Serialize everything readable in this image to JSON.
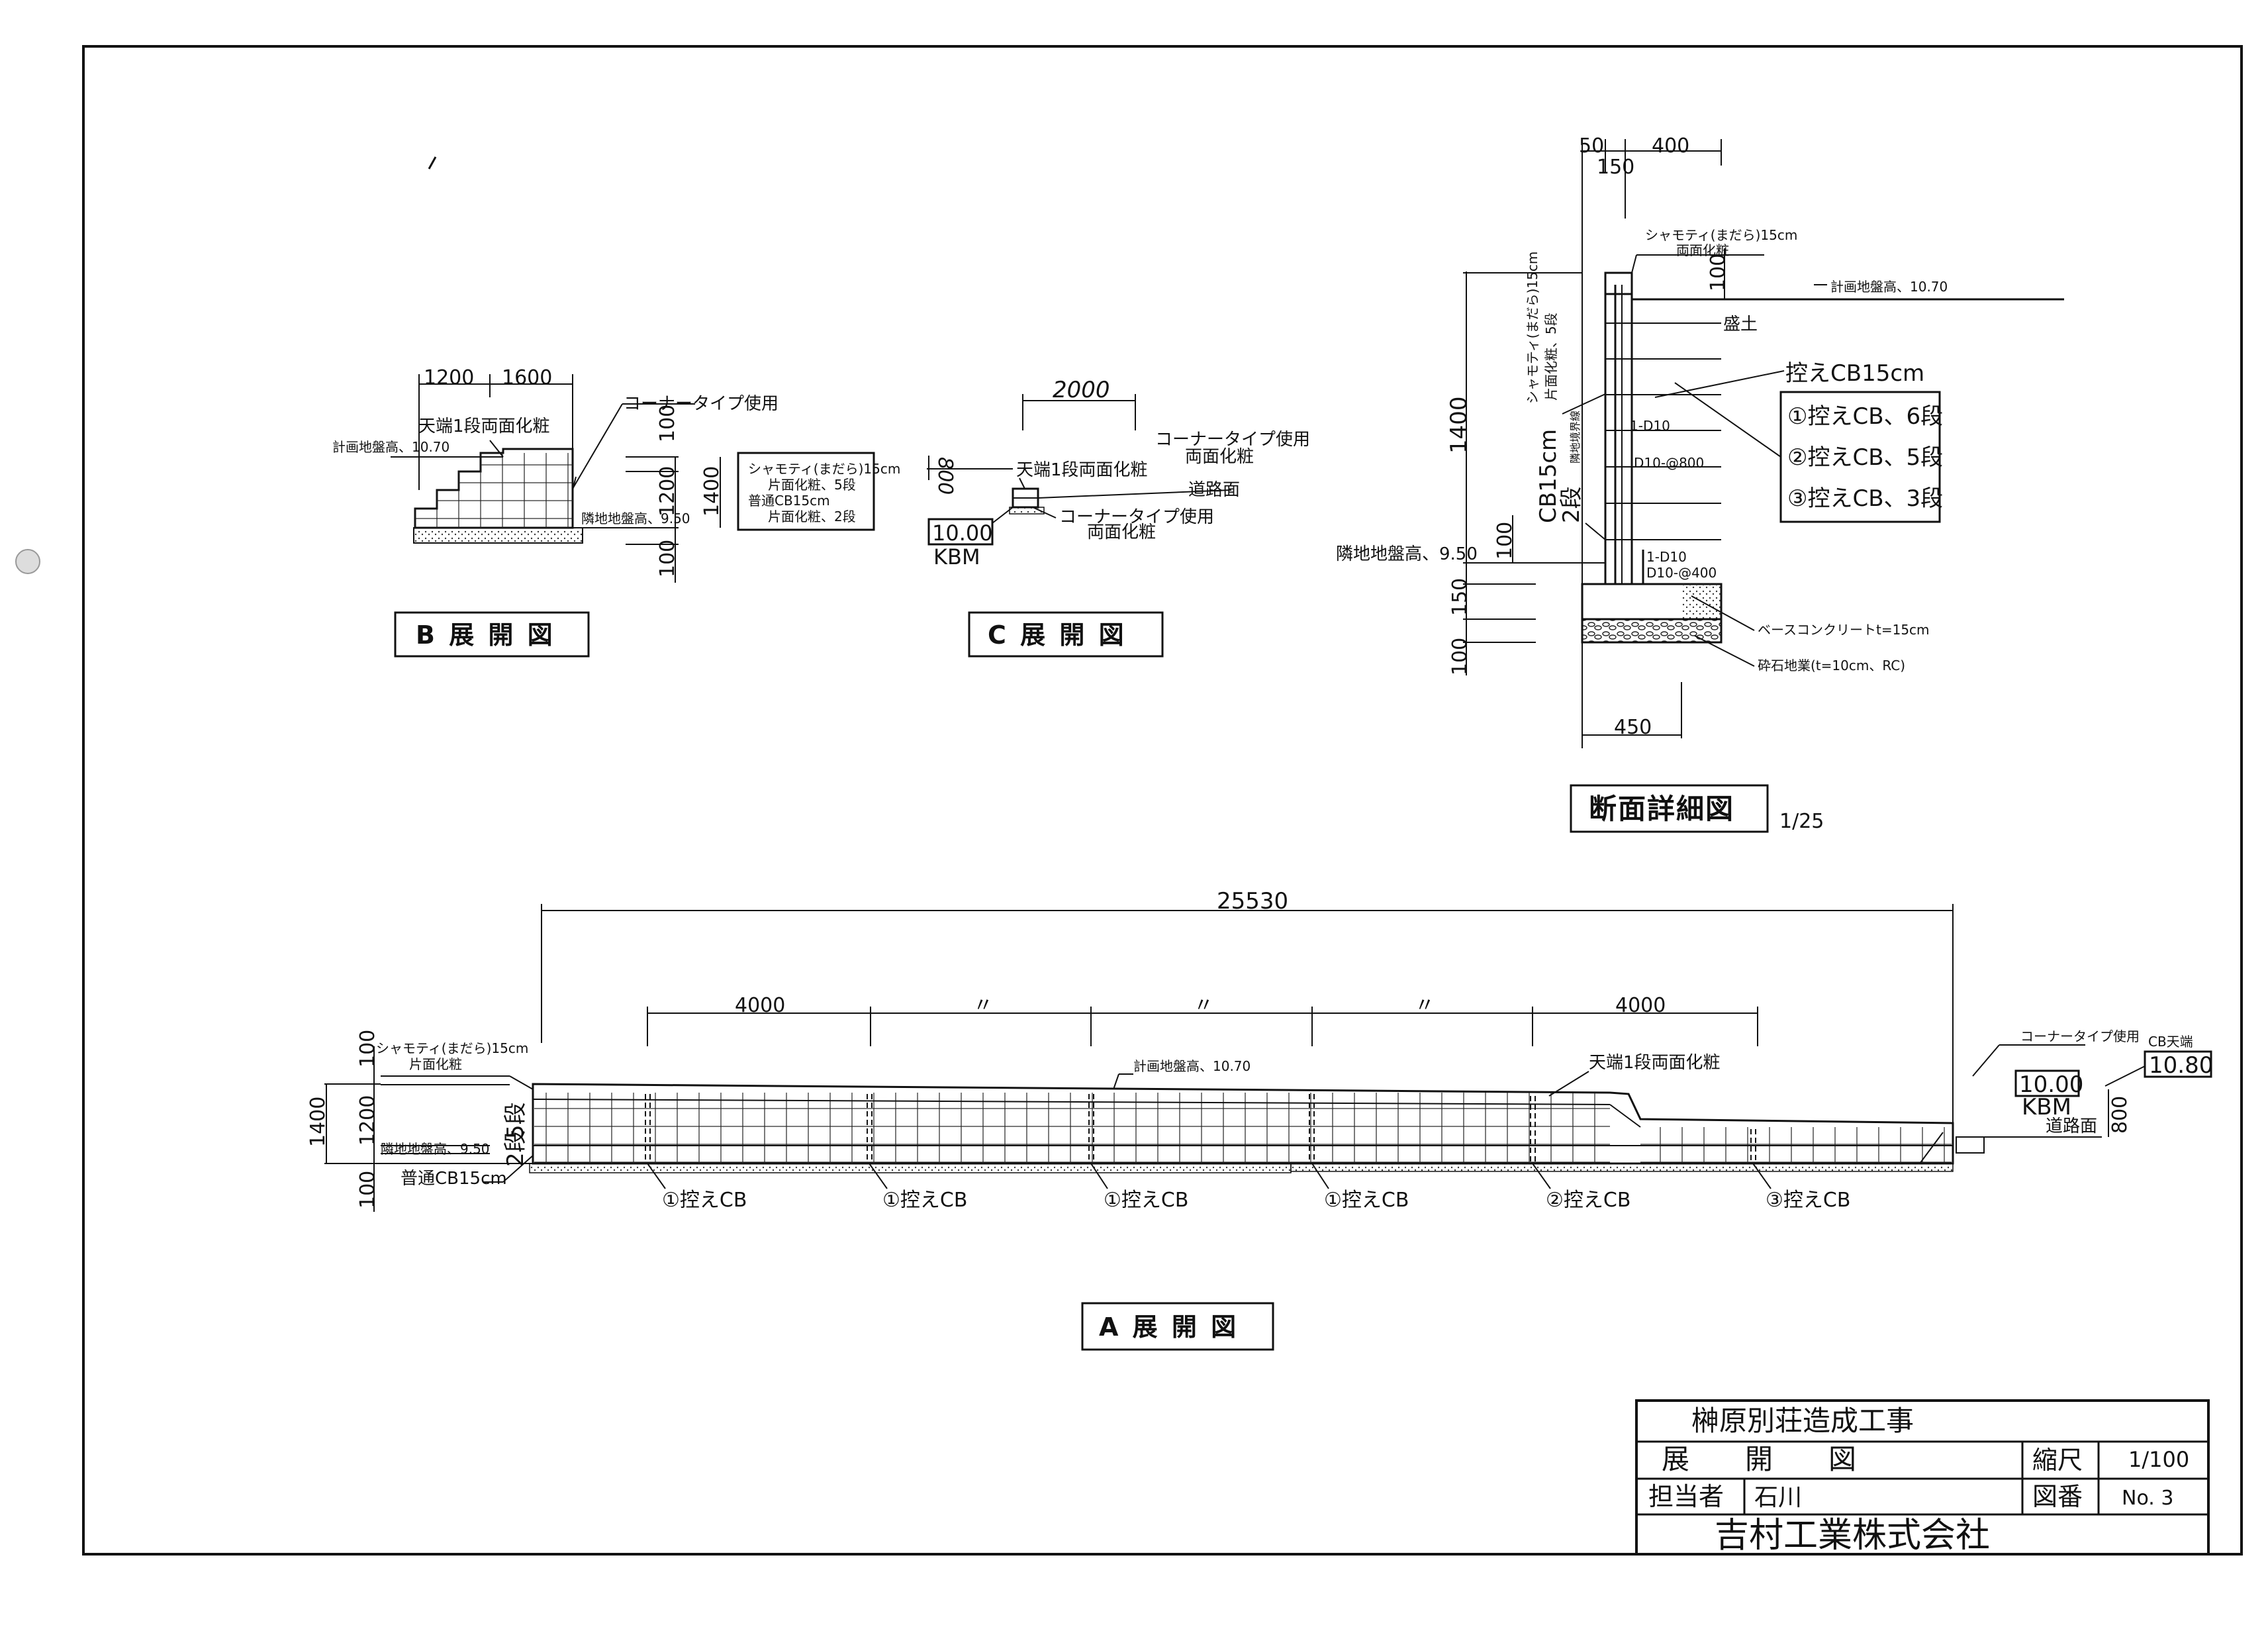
{
  "drawing_b": {
    "title": "B 展 開 図",
    "dim_1200": "1200",
    "dim_1600": "1600",
    "dim_100_top": "100",
    "dim_1200_v": "1200",
    "dim_1400_v": "1400",
    "dim_100_bot": "100",
    "label_top": "天端1段両面化粧",
    "label_corner": "コーナータイプ使用",
    "label_planned": "計画地盤高、10.70",
    "label_adjacent": "隣地地盤高、9.50",
    "legend": [
      "シャモティ(まだら)15cm",
      "片面化粧、5段",
      "普通CB15cm",
      "片面化粧、2段"
    ]
  },
  "drawing_c": {
    "title": "C 展 開 図",
    "dim_2000": "2000",
    "dim_800": "800",
    "label_top": "天端1段両面化粧",
    "label_corner_top": "コーナータイプ使用",
    "label_both_top": "両面化粧",
    "label_road": "道路面",
    "label_corner_bot": "コーナータイプ使用",
    "label_both_bot": "両面化粧",
    "kbm_value": "10.00",
    "kbm_label": "KBM"
  },
  "section": {
    "title": "断面詳細図",
    "scale": "1/25",
    "dim_50": "50",
    "dim_400": "400",
    "dim_150_top": "150",
    "dim_100_top": "100",
    "dim_1400": "1400",
    "dim_100_mid": "100",
    "dim_150_bot": "150",
    "dim_100_bot": "100",
    "dim_450": "450",
    "label_shamo": "シャモティ(まだら)15cm",
    "label_both": "両面化粧",
    "label_planned": "計画地盤高、10.70",
    "label_fill": "盛土",
    "label_side_shamo": "シャモティ(まだら)15cm",
    "label_side_face": "片面化粧、5段",
    "label_side_boundary": "隣地境界線",
    "label_cb15": "CB15cm",
    "label_2dan": "2段",
    "label_rebar1": "1-D10",
    "label_rebar2": "D10-@800",
    "label_rebar3": "1-D10",
    "label_rebar4": "D10-@400",
    "label_adjacent": "隣地地盤高、9.50",
    "label_base_concrete": "ベースコンクリートt=15cm",
    "label_gravel": "砕石地業(t=10cm、RC)",
    "label_buttress": "控えCB15cm",
    "buttress_items": [
      "①控えCB、6段",
      "②控えCB、5段",
      "③控えCB、3段"
    ]
  },
  "drawing_a": {
    "title": "A 展 開 図",
    "dim_total": "25530",
    "dim_4000_left": "4000",
    "dim_ditto1": "〃",
    "dim_ditto2": "〃",
    "dim_ditto3": "〃",
    "dim_4000_right": "4000",
    "dim_100_top": "100",
    "dim_1200": "1200",
    "dim_1400": "1400",
    "dim_100_bot": "100",
    "dim_800": "800",
    "label_shamo": "シャモティ(まだら)15cm",
    "label_face": "片面化粧",
    "label_5dan": "5段",
    "label_2dan": "2段",
    "label_adjacent": "隣地地盤高、9.50",
    "label_normal_cb": "普通CB15cm",
    "label_planned": "計画地盤高、10.70",
    "label_top": "天端1段両面化粧",
    "label_corner": "コーナータイプ使用",
    "label_cb_top": "CB天端",
    "cb_top_value": "10.80",
    "kbm_value": "10.00",
    "kbm_label": "KBM",
    "label_road": "道路面",
    "buttress_labels": [
      "①控えCB",
      "①控えCB",
      "①控えCB",
      "①控えCB",
      "②控えCB",
      "③控えCB"
    ]
  },
  "title_block": {
    "project": "榊原別荘造成工事",
    "drawing_name": "展　　開　　図",
    "scale_label": "縮尺",
    "scale_value": "1/100",
    "person_label": "担当者",
    "person_value": "石川",
    "number_label": "図番",
    "number_value": "No. 3",
    "company": "吉村工業株式会社"
  }
}
